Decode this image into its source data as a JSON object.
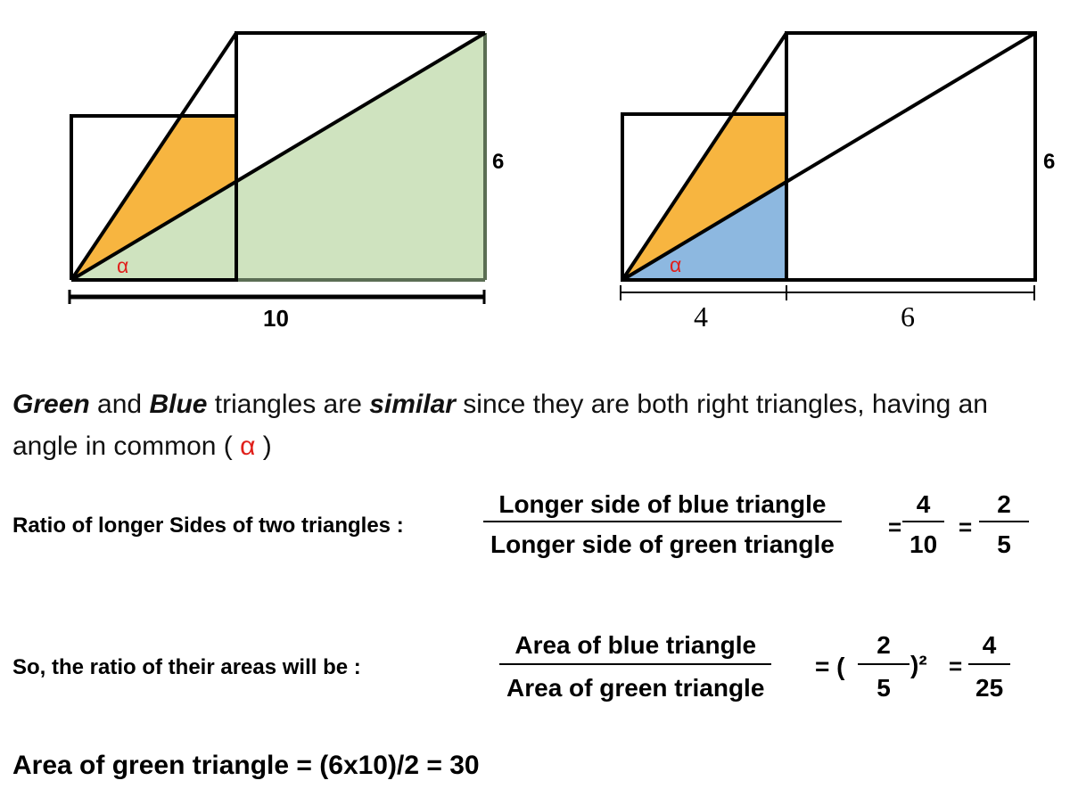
{
  "figure_left": {
    "alpha": "α",
    "label_height": "6",
    "label_base": "10",
    "colors": {
      "green_fill": "#cfe3bf",
      "orange_fill": "#f7b540",
      "stroke": "#000000",
      "green_edge": "#5b6e54"
    }
  },
  "figure_right": {
    "alpha": "α",
    "label_height": "6",
    "label_left": "4",
    "label_right": "6",
    "colors": {
      "blue_fill": "#8db8e0",
      "orange_fill": "#f7b540",
      "stroke": "#000000"
    }
  },
  "statement": {
    "w1": "Green",
    "t1": " and ",
    "w2": "Blue",
    "t2": " triangles are ",
    "w3": "similar",
    "t3": " since they are both right triangles, having an angle in common ( ",
    "alpha": "α",
    "t4": " )"
  },
  "ratio_sides": {
    "label": "Ratio of longer Sides of two triangles :",
    "num": "Longer side of blue triangle",
    "den": "Longer side of green triangle",
    "eq1": "=",
    "f1_num": "4",
    "f1_den": "10",
    "eq2": "=",
    "f2_num": "2",
    "f2_den": "5"
  },
  "ratio_areas": {
    "label": "So, the ratio of their areas will be :",
    "num": "Area of blue triangle",
    "den": "Area of green triangle",
    "eq1": "= (",
    "f1_num": "2",
    "f1_den": "5",
    "sq": ")²",
    "eq2": "=",
    "f2_num": "4",
    "f2_den": "25"
  },
  "area_green": "Area of green triangle = (6x10)/2 = 30"
}
